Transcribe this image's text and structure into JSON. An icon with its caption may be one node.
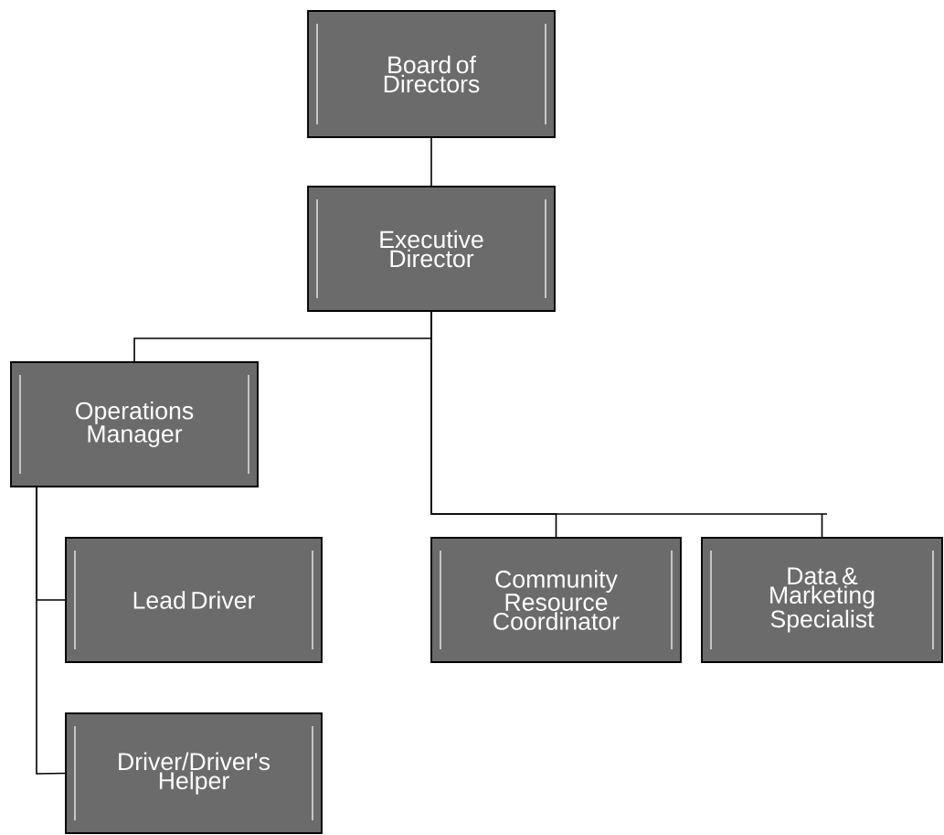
{
  "diagram": {
    "nodes": [
      {
        "text": [
          "Board of Directors"
        ]
      },
      {
        "text": [
          "Executive Director"
        ]
      },
      {
        "text": [
          "Operations Manager"
        ]
      },
      {
        "text": [
          "Lead Driver"
        ]
      },
      {
        "text": [
          "Driver/Driver's Helper"
        ]
      },
      {
        "text": [
          "Community Resource Coordinator"
        ]
      },
      {
        "text": [
          "Data & Marketing Specialist"
        ]
      }
    ],
    "edges": [
      {
        "from": 0,
        "to": 1,
        "arrow": "none"
      },
      {
        "from": 1,
        "to": 2,
        "arrow": "none"
      },
      {
        "from": 1,
        "to": 5,
        "arrow": "none"
      },
      {
        "from": 1,
        "to": 6,
        "arrow": "none"
      },
      {
        "from": 2,
        "to": 3,
        "arrow": "none"
      },
      {
        "from": 2,
        "to": 4,
        "arrow": "none"
      }
    ]
  }
}
